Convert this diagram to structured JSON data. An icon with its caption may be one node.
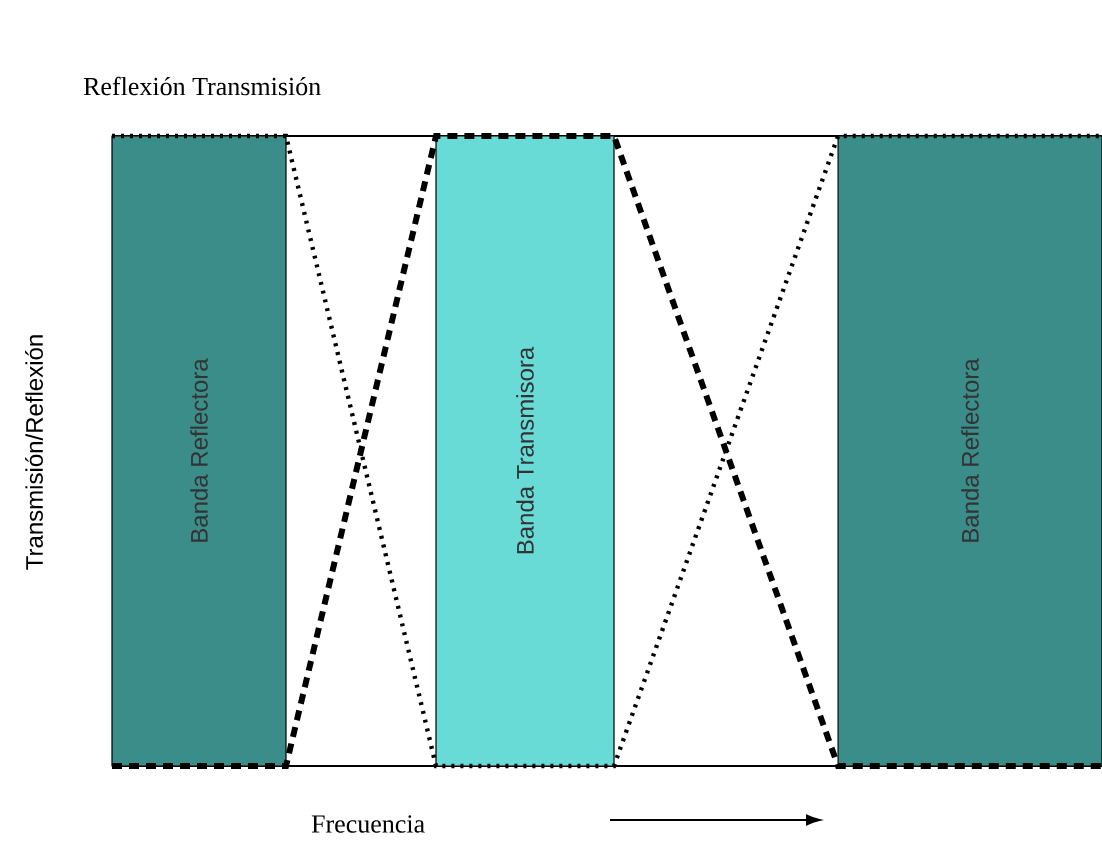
{
  "diagram": {
    "title": "Reflexión Transmisión",
    "nodes": [
      {
        "text": [
          "Banda Reflectora"
        ]
      },
      {
        "text": [
          "Banda Transmisora"
        ]
      },
      {
        "text": [
          "Banda Reflectora"
        ]
      }
    ],
    "labels": [
      "Transmisión/Reflexión",
      "Frecuencia"
    ]
  }
}
